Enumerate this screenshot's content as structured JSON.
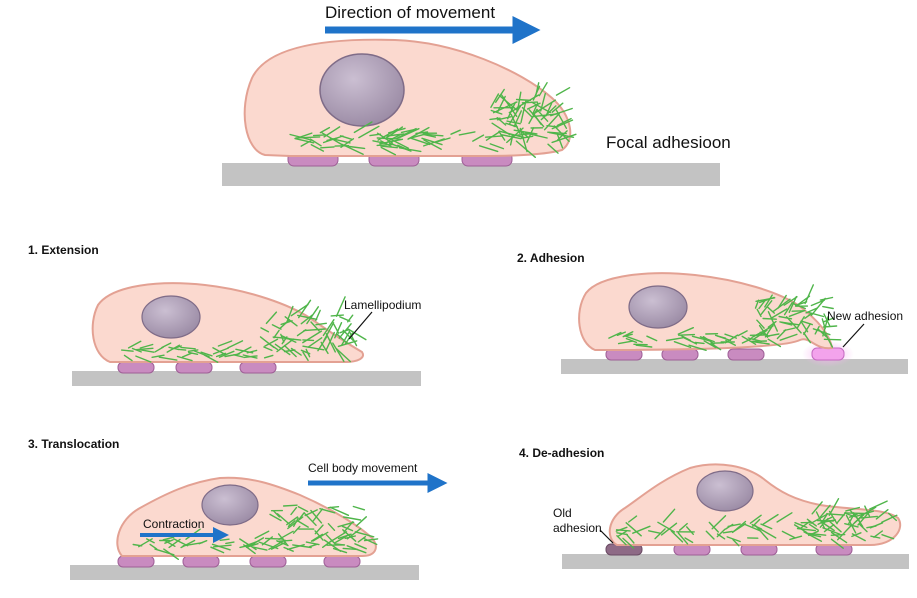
{
  "title": "Direction of movement",
  "focal_adhesion_label": "Focal adhesioon",
  "steps": [
    {
      "label": "1. Extension",
      "annotation": "Lamellipodium"
    },
    {
      "label": "2. Adhesion",
      "annotation": "New adhesion"
    },
    {
      "label": "3. Translocation",
      "annotation": "Cell body movement",
      "inner_annotation": "Contraction"
    },
    {
      "label": "4. De-adhesion",
      "annotation_line1": "Old",
      "annotation_line2": "adhesion"
    }
  ],
  "colors": {
    "cell_fill": "#fbd9cf",
    "cell_stroke": "#e3a193",
    "nucleus": "#a899b1",
    "actin": "#4fb54a",
    "adhesion": "#c98bc0",
    "old_adhesion": "#8e6a86",
    "new_adhesion_glow": "#f3a3ec",
    "substrate": "#c3c3c3",
    "arrow": "#1f73c9"
  }
}
